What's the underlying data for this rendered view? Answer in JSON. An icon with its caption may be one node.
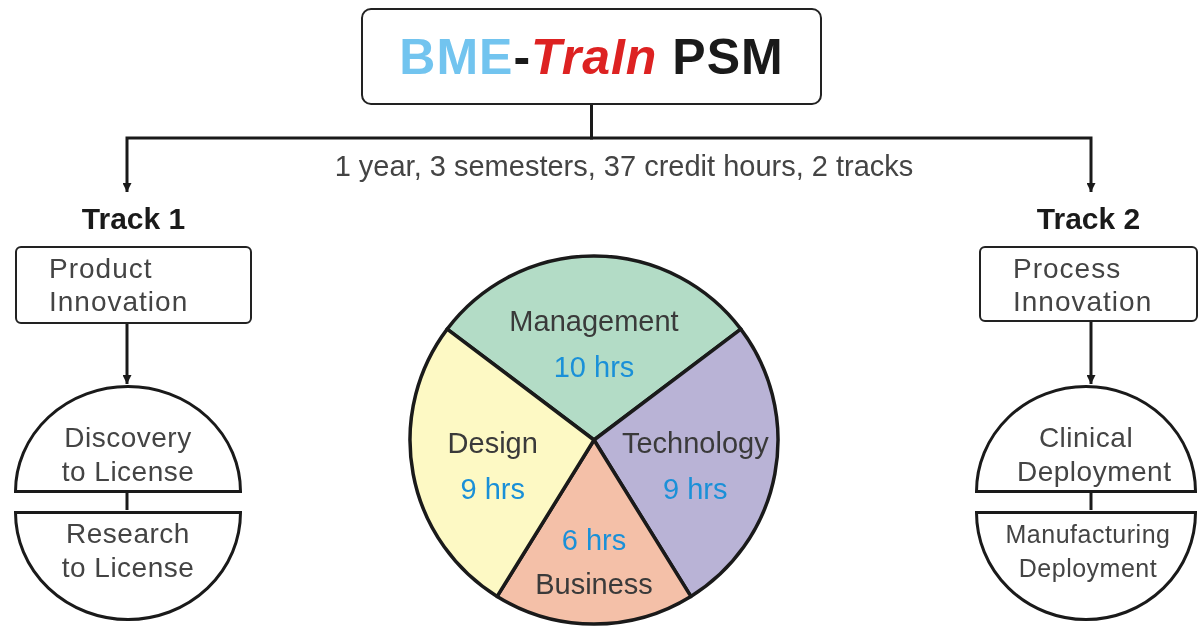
{
  "diagram": {
    "nodes": [
      {
        "text": [
          "**BME**-*TraIn* **PSM**"
        ]
      },
      {
        "text": [
          "Track 1",
          "Product Innovation"
        ]
      },
      {
        "text": [
          "Track 2",
          "Process Innovation"
        ]
      },
      {
        "text": [
          "Discovery to License"
        ]
      },
      {
        "text": [
          "Research to License"
        ]
      },
      {
        "text": [
          "Clinical Deployment"
        ]
      },
      {
        "text": [
          "Manufacturing Deployment"
        ]
      }
    ],
    "edges": [
      {
        "from": 0,
        "to": 1,
        "arrow": "to"
      },
      {
        "from": 0,
        "to": 2,
        "arrow": "to"
      },
      {
        "from": 1,
        "to": 3,
        "arrow": "to"
      },
      {
        "from": 3,
        "to": 4,
        "arrow": "none"
      },
      {
        "from": 2,
        "to": 5,
        "arrow": "to"
      },
      {
        "from": 5,
        "to": 6,
        "arrow": "none"
      }
    ],
    "labels": [
      "1 year, 3 semesters, 37 credit hours, 2 tracks"
    ],
    "chart_data": {
      "type": "pie",
      "categories": [
        "Management",
        "Technology",
        "Business",
        "Design"
      ],
      "values": [
        10,
        9,
        6,
        9
      ],
      "colors": [
        "#b3dcc6",
        "#b9b3d6",
        "#f4c0a8",
        "#fdf9c4"
      ],
      "value_labels": [
        "10 hrs",
        "9 hrs",
        "6 hrs",
        "9 hrs"
      ]
    }
  }
}
